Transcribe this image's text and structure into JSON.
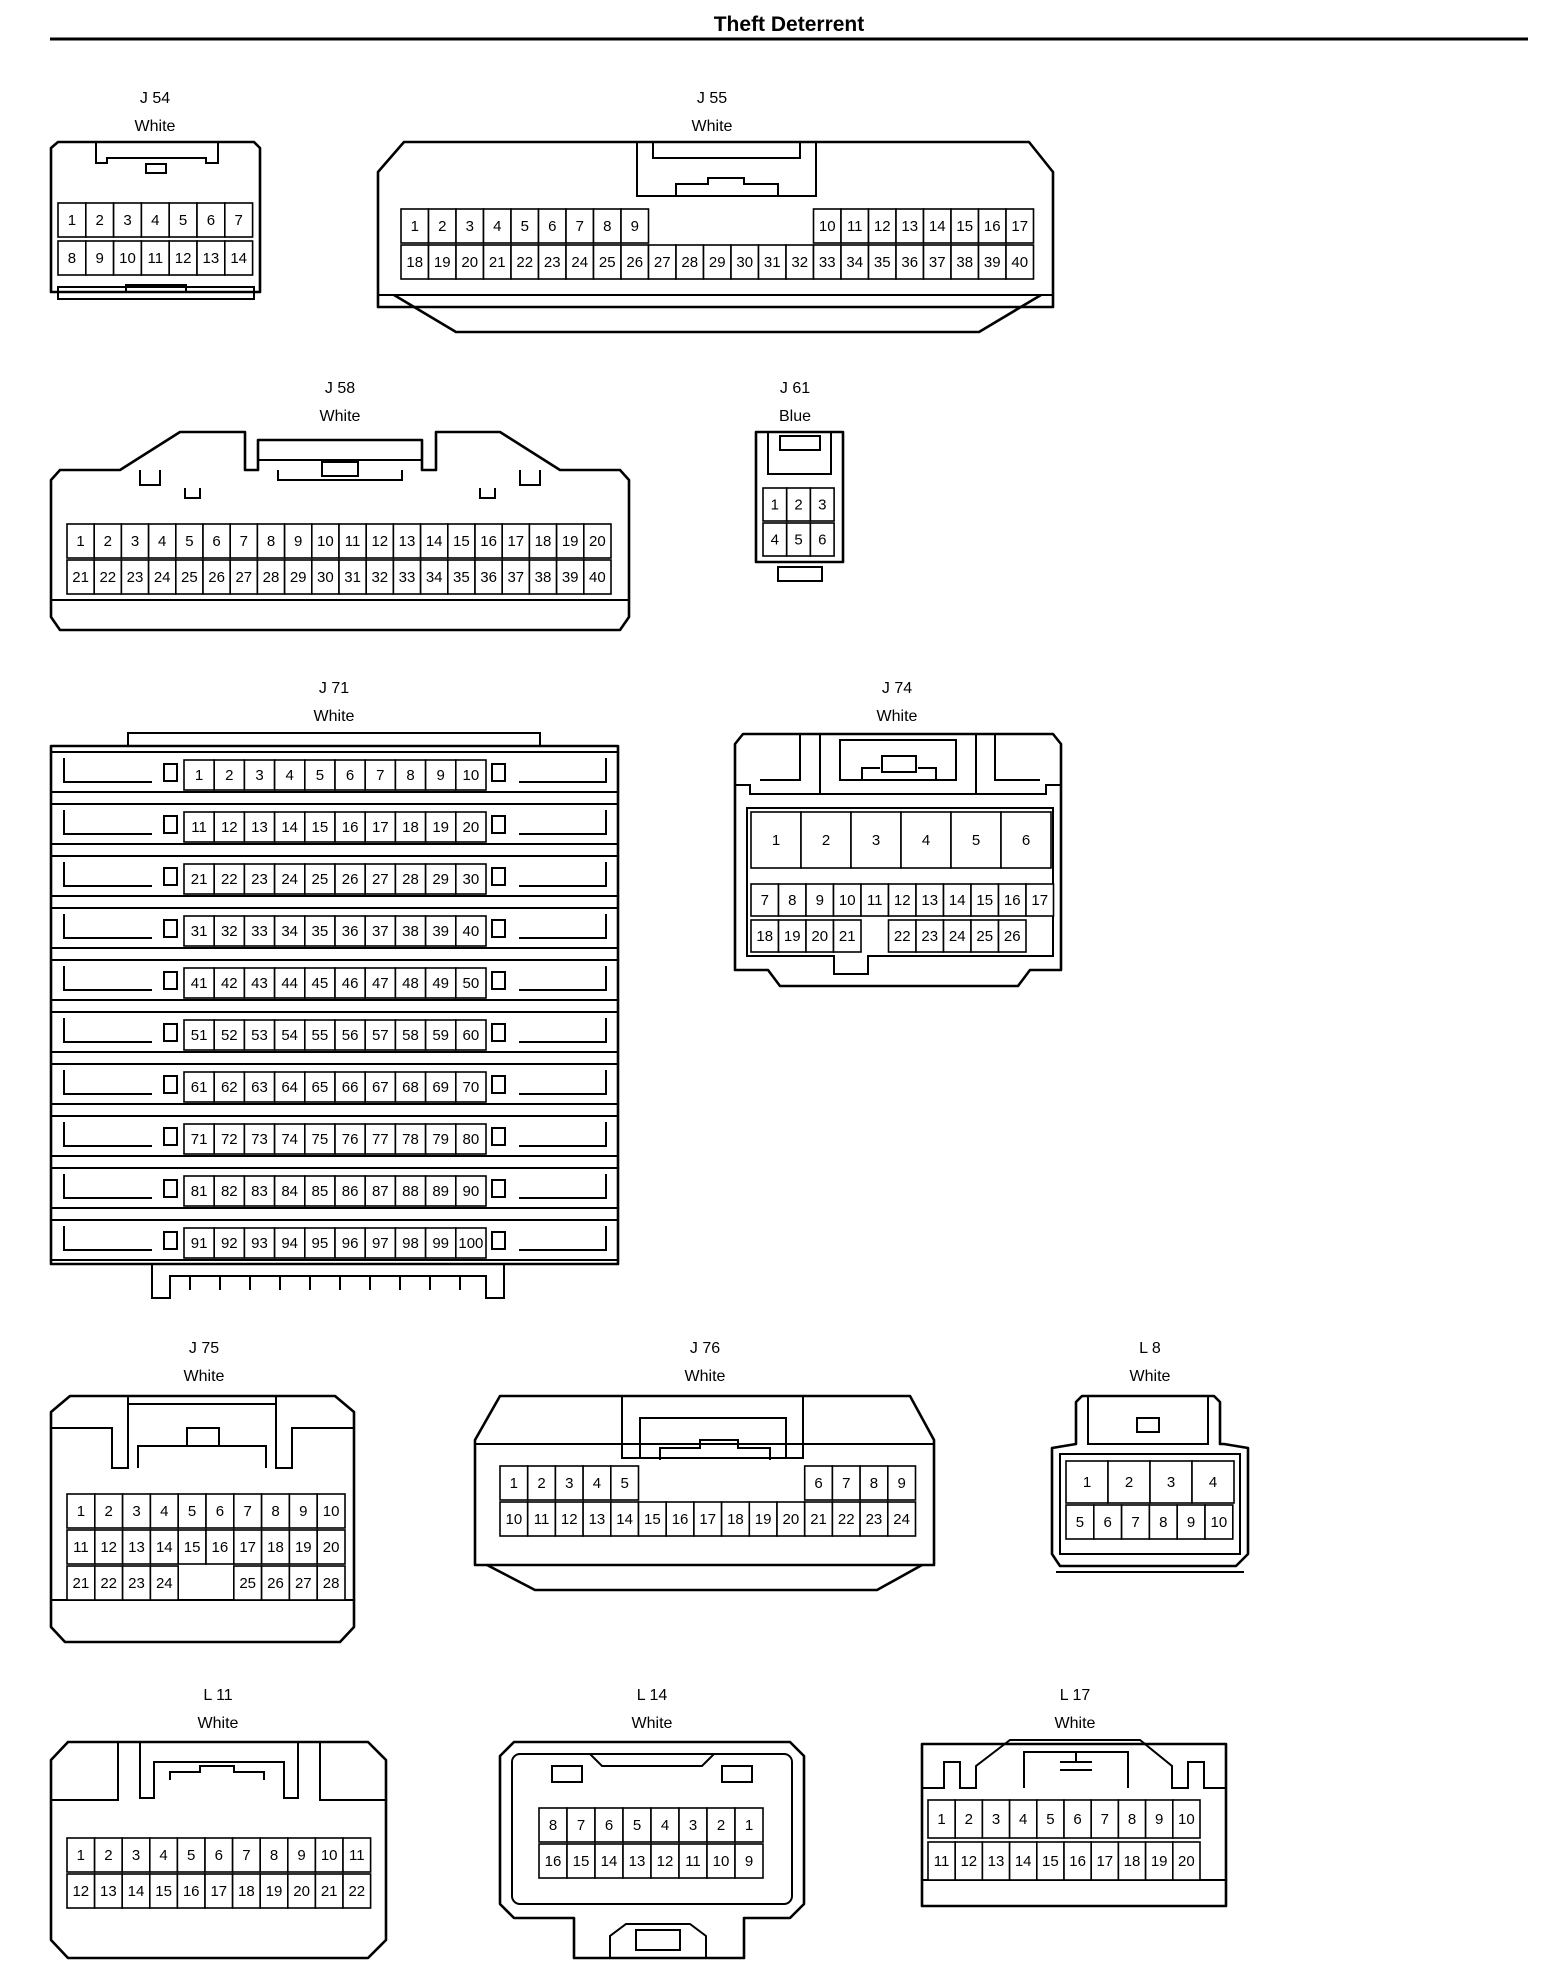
{
  "page": {
    "title": "Theft Deterrent"
  },
  "connectors": [
    {
      "id": "J 54",
      "color": "White",
      "rows": [
        [
          "1",
          "2",
          "3",
          "4",
          "5",
          "6",
          "7"
        ],
        [
          "8",
          "9",
          "10",
          "11",
          "12",
          "13",
          "14"
        ]
      ]
    },
    {
      "id": "J 55",
      "color": "White",
      "rows": [
        [
          "1",
          "2",
          "3",
          "4",
          "5",
          "6",
          "7",
          "8",
          "9",
          "",
          "",
          "",
          "",
          "",
          "",
          "10",
          "11",
          "12",
          "13",
          "14",
          "15",
          "16",
          "17"
        ],
        [
          "18",
          "19",
          "20",
          "21",
          "22",
          "23",
          "24",
          "25",
          "26",
          "27",
          "28",
          "29",
          "30",
          "31",
          "32",
          "33",
          "34",
          "35",
          "36",
          "37",
          "38",
          "39",
          "40"
        ]
      ]
    },
    {
      "id": "J 58",
      "color": "White",
      "rows": [
        [
          "1",
          "2",
          "3",
          "4",
          "5",
          "6",
          "7",
          "8",
          "9",
          "10",
          "11",
          "12",
          "13",
          "14",
          "15",
          "16",
          "17",
          "18",
          "19",
          "20"
        ],
        [
          "21",
          "22",
          "23",
          "24",
          "25",
          "26",
          "27",
          "28",
          "29",
          "30",
          "31",
          "32",
          "33",
          "34",
          "35",
          "36",
          "37",
          "38",
          "39",
          "40"
        ]
      ]
    },
    {
      "id": "J 61",
      "color": "Blue",
      "rows": [
        [
          "1",
          "2",
          "3"
        ],
        [
          "4",
          "5",
          "6"
        ]
      ]
    },
    {
      "id": "J 71",
      "color": "White",
      "rows": [
        [
          "1",
          "2",
          "3",
          "4",
          "5",
          "6",
          "7",
          "8",
          "9",
          "10"
        ],
        [
          "11",
          "12",
          "13",
          "14",
          "15",
          "16",
          "17",
          "18",
          "19",
          "20"
        ],
        [
          "21",
          "22",
          "23",
          "24",
          "25",
          "26",
          "27",
          "28",
          "29",
          "30"
        ],
        [
          "31",
          "32",
          "33",
          "34",
          "35",
          "36",
          "37",
          "38",
          "39",
          "40"
        ],
        [
          "41",
          "42",
          "43",
          "44",
          "45",
          "46",
          "47",
          "48",
          "49",
          "50"
        ],
        [
          "51",
          "52",
          "53",
          "54",
          "55",
          "56",
          "57",
          "58",
          "59",
          "60"
        ],
        [
          "61",
          "62",
          "63",
          "64",
          "65",
          "66",
          "67",
          "68",
          "69",
          "70"
        ],
        [
          "71",
          "72",
          "73",
          "74",
          "75",
          "76",
          "77",
          "78",
          "79",
          "80"
        ],
        [
          "81",
          "82",
          "83",
          "84",
          "85",
          "86",
          "87",
          "88",
          "89",
          "90"
        ],
        [
          "91",
          "92",
          "93",
          "94",
          "95",
          "96",
          "97",
          "98",
          "99",
          "100"
        ]
      ]
    },
    {
      "id": "J 74",
      "color": "White",
      "rows": [
        [
          "1",
          "2",
          "3",
          "4",
          "5",
          "6"
        ],
        [
          "7",
          "8",
          "9",
          "10",
          "11",
          "12",
          "13",
          "14",
          "15",
          "16",
          "17"
        ],
        [
          "18",
          "19",
          "20",
          "21",
          "",
          "22",
          "23",
          "24",
          "25",
          "26"
        ]
      ]
    },
    {
      "id": "J 75",
      "color": "White",
      "rows": [
        [
          "1",
          "2",
          "3",
          "4",
          "5",
          "6",
          "7",
          "8",
          "9",
          "10"
        ],
        [
          "11",
          "12",
          "13",
          "14",
          "15",
          "16",
          "17",
          "18",
          "19",
          "20"
        ],
        [
          "21",
          "22",
          "23",
          "24",
          "",
          "",
          "25",
          "26",
          "27",
          "28"
        ]
      ]
    },
    {
      "id": "J 76",
      "color": "White",
      "rows": [
        [
          "1",
          "2",
          "3",
          "4",
          "5",
          "",
          "",
          "",
          "",
          "",
          "",
          "6",
          "7",
          "8",
          "9"
        ],
        [
          "10",
          "11",
          "12",
          "13",
          "14",
          "15",
          "16",
          "17",
          "18",
          "19",
          "20",
          "21",
          "22",
          "23",
          "24"
        ]
      ]
    },
    {
      "id": "L 8",
      "color": "White",
      "rows": [
        [
          "1",
          "2",
          "3",
          "4"
        ],
        [
          "5",
          "6",
          "7",
          "8",
          "9",
          "10"
        ]
      ]
    },
    {
      "id": "L 11",
      "color": "White",
      "rows": [
        [
          "1",
          "2",
          "3",
          "4",
          "5",
          "6",
          "7",
          "8",
          "9",
          "10",
          "11"
        ],
        [
          "12",
          "13",
          "14",
          "15",
          "16",
          "17",
          "18",
          "19",
          "20",
          "21",
          "22"
        ]
      ]
    },
    {
      "id": "L 14",
      "color": "White",
      "rows": [
        [
          "8",
          "7",
          "6",
          "5",
          "4",
          "3",
          "2",
          "1"
        ],
        [
          "16",
          "15",
          "14",
          "13",
          "12",
          "11",
          "10",
          "9"
        ]
      ]
    },
    {
      "id": "L 17",
      "color": "White",
      "rows": [
        [
          "1",
          "2",
          "3",
          "4",
          "5",
          "6",
          "7",
          "8",
          "9",
          "10"
        ],
        [
          "11",
          "12",
          "13",
          "14",
          "15",
          "16",
          "17",
          "18",
          "19",
          "20"
        ]
      ]
    }
  ]
}
